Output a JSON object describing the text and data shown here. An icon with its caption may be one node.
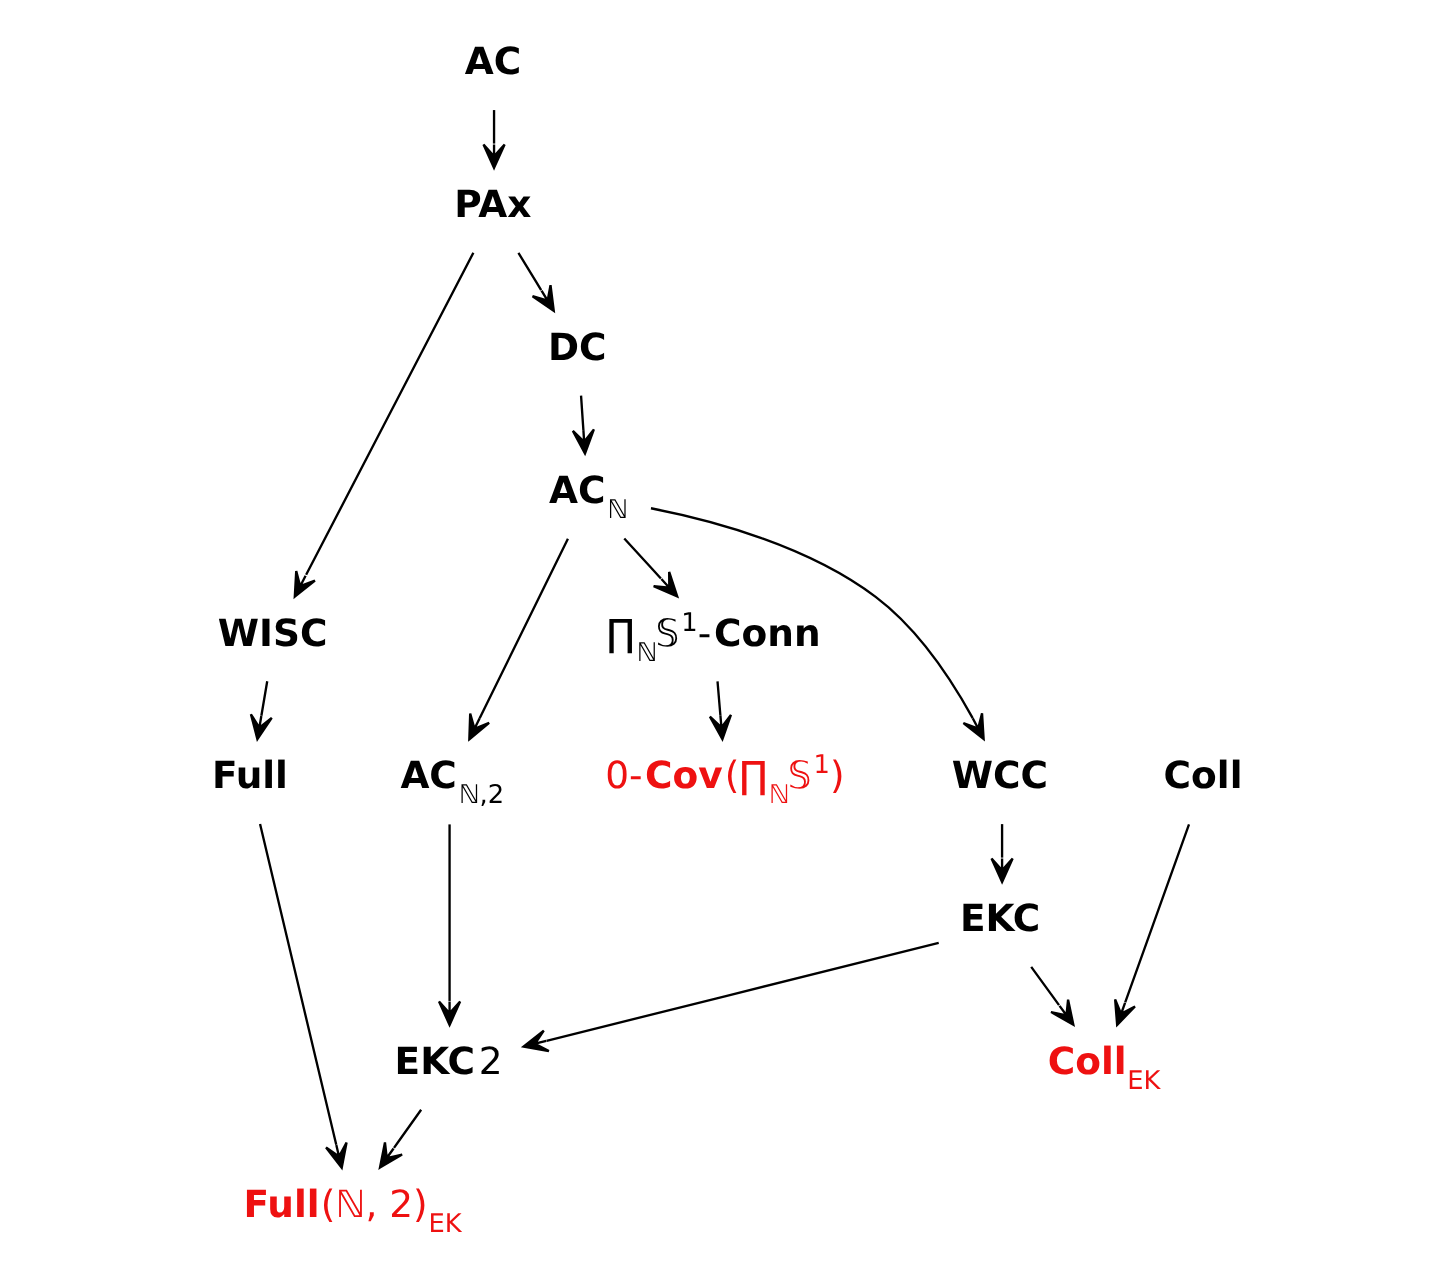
{
  "diagram": {
    "nodes": [
      {
        "text": [
          "**AC**"
        ]
      },
      {
        "text": [
          "**PAx**"
        ]
      },
      {
        "text": [
          "**DC**"
        ]
      },
      {
        "text": [
          "**AC**$_{ℕ}$"
        ]
      },
      {
        "text": [
          "∏$_{ℕ}$𝕊$^{1}$-**Conn**"
        ]
      },
      {
        "text": [
          "**WISC**"
        ]
      },
      {
        "text": [
          "**AC**$_{ℕ,2}$"
        ]
      },
      {
        "text": [
          "**WCC**"
        ]
      },
      {
        "text": [
          "0-**Cov**(∏$_{ℕ}$𝕊$^{1}$)"
        ]
      },
      {
        "text": [
          "**Coll**"
        ]
      },
      {
        "text": [
          "**Full**"
        ]
      },
      {
        "text": [
          "**EKC**"
        ]
      },
      {
        "text": [
          "**Coll**$_{EK}$"
        ]
      },
      {
        "text": [
          "**EKC**2"
        ]
      },
      {
        "text": [
          "**Full**(ℕ, 2)$_{EK}$"
        ]
      }
    ],
    "edges": [
      {
        "from": 0,
        "to": 1,
        "arrow": "to"
      },
      {
        "from": 1,
        "to": 2,
        "arrow": "to"
      },
      {
        "from": 1,
        "to": 5,
        "arrow": "to"
      },
      {
        "from": 2,
        "to": 3,
        "arrow": "to"
      },
      {
        "from": 3,
        "to": 6,
        "arrow": "to"
      },
      {
        "from": 3,
        "to": 7,
        "arrow": "to"
      },
      {
        "from": 3,
        "to": 4,
        "arrow": "to"
      },
      {
        "from": 4,
        "to": 8,
        "arrow": "to"
      },
      {
        "from": 5,
        "to": 10,
        "arrow": "to"
      },
      {
        "from": 6,
        "to": 13,
        "arrow": "to"
      },
      {
        "from": 7,
        "to": 11,
        "arrow": "to"
      },
      {
        "from": 11,
        "to": 13,
        "arrow": "to"
      },
      {
        "from": 11,
        "to": 12,
        "arrow": "to"
      },
      {
        "from": 9,
        "to": 12,
        "arrow": "to"
      },
      {
        "from": 13,
        "to": 14,
        "arrow": "to"
      },
      {
        "from": 10,
        "to": 14,
        "arrow": "to"
      }
    ]
  }
}
